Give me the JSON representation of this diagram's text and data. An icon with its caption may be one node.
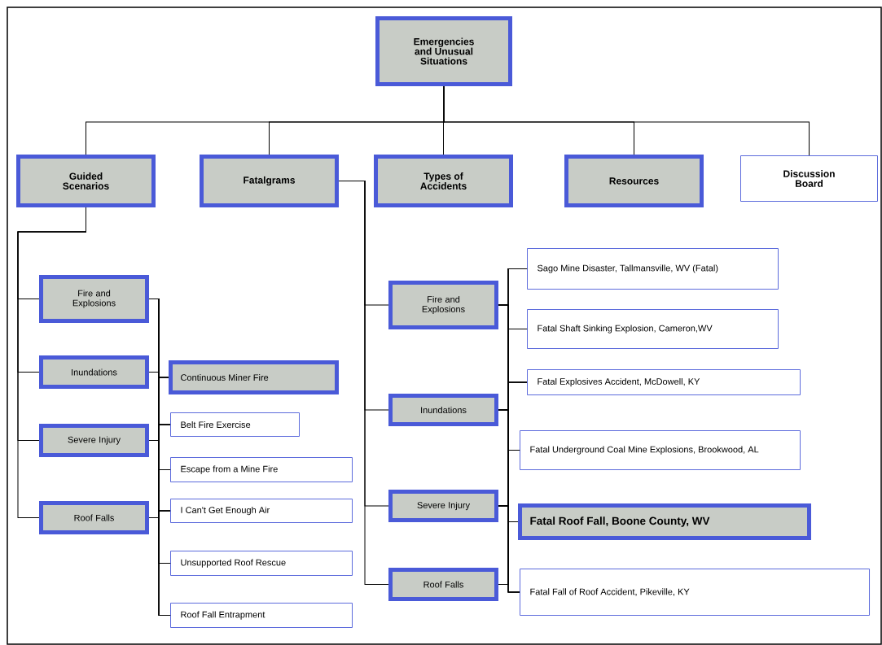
{
  "diagram": {
    "nodes": [
      {
        "text": [
          "Emergencies and Unusual Situations"
        ]
      },
      {
        "text": [
          "Guided Scenarios"
        ]
      },
      {
        "text": [
          "Fatalgrams"
        ]
      },
      {
        "text": [
          "Types of Accidents"
        ]
      },
      {
        "text": [
          "Resources"
        ]
      },
      {
        "text": [
          "Discussion Board"
        ]
      },
      {
        "text": [
          "Fire and Explosions"
        ]
      },
      {
        "text": [
          "Inundations"
        ]
      },
      {
        "text": [
          "Severe Injury"
        ]
      },
      {
        "text": [
          "Roof Falls"
        ]
      },
      {
        "text": [
          "Continuous Miner Fire"
        ]
      },
      {
        "text": [
          "Belt Fire Exercise"
        ]
      },
      {
        "text": [
          "Escape from a Mine Fire"
        ]
      },
      {
        "text": [
          "I Can't Get Enough Air"
        ]
      },
      {
        "text": [
          "Unsupported Roof Rescue"
        ]
      },
      {
        "text": [
          "Roof Fall Entrapment"
        ]
      },
      {
        "text": [
          "Fire and Explosions"
        ]
      },
      {
        "text": [
          "Inundations"
        ]
      },
      {
        "text": [
          "Severe Injury"
        ]
      },
      {
        "text": [
          "Roof Falls"
        ]
      },
      {
        "text": [
          "Sago Mine Disaster, Tallmansville, WV (Fatal)"
        ]
      },
      {
        "text": [
          "Fatal Shaft Sinking Explosion, Cameron,WV"
        ]
      },
      {
        "text": [
          "Fatal Explosives Accident, McDowell, KY"
        ]
      },
      {
        "text": [
          "Fatal Underground Coal Mine Explosions, Brookwood, AL"
        ]
      },
      {
        "text": [
          "Fatal Roof Fall, Boone County, WV"
        ]
      },
      {
        "text": [
          "Fatal Fall of Roof Accident, Pikeville, KY"
        ]
      }
    ],
    "edges": [
      {
        "from": 0,
        "to": 1,
        "arrow": "none"
      },
      {
        "from": 0,
        "to": 2,
        "arrow": "none"
      },
      {
        "from": 0,
        "to": 3,
        "arrow": "none"
      },
      {
        "from": 0,
        "to": 4,
        "arrow": "none"
      },
      {
        "from": 0,
        "to": 5,
        "arrow": "none"
      },
      {
        "from": 1,
        "to": 6,
        "arrow": "none"
      },
      {
        "from": 1,
        "to": 7,
        "arrow": "none"
      },
      {
        "from": 1,
        "to": 8,
        "arrow": "none"
      },
      {
        "from": 1,
        "to": 9,
        "arrow": "none"
      },
      {
        "from": 2,
        "to": 16,
        "arrow": "none"
      },
      {
        "from": 2,
        "to": 17,
        "arrow": "none"
      },
      {
        "from": 2,
        "to": 18,
        "arrow": "none"
      },
      {
        "from": 2,
        "to": 19,
        "arrow": "none"
      },
      {
        "from": 6,
        "to": 10,
        "arrow": "none"
      },
      {
        "from": 6,
        "to": 11,
        "arrow": "none"
      },
      {
        "from": 6,
        "to": 12,
        "arrow": "none"
      },
      {
        "from": 6,
        "to": 13,
        "arrow": "none"
      },
      {
        "from": 6,
        "to": 14,
        "arrow": "none"
      },
      {
        "from": 6,
        "to": 15,
        "arrow": "none"
      },
      {
        "from": 7,
        "to": 10,
        "arrow": "none"
      },
      {
        "from": 7,
        "to": 11,
        "arrow": "none"
      },
      {
        "from": 7,
        "to": 12,
        "arrow": "none"
      },
      {
        "from": 7,
        "to": 13,
        "arrow": "none"
      },
      {
        "from": 7,
        "to": 14,
        "arrow": "none"
      },
      {
        "from": 7,
        "to": 15,
        "arrow": "none"
      },
      {
        "from": 8,
        "to": 10,
        "arrow": "none"
      },
      {
        "from": 8,
        "to": 11,
        "arrow": "none"
      },
      {
        "from": 8,
        "to": 12,
        "arrow": "none"
      },
      {
        "from": 8,
        "to": 13,
        "arrow": "none"
      },
      {
        "from": 8,
        "to": 14,
        "arrow": "none"
      },
      {
        "from": 8,
        "to": 15,
        "arrow": "none"
      },
      {
        "from": 9,
        "to": 10,
        "arrow": "none"
      },
      {
        "from": 9,
        "to": 11,
        "arrow": "none"
      },
      {
        "from": 9,
        "to": 12,
        "arrow": "none"
      },
      {
        "from": 9,
        "to": 13,
        "arrow": "none"
      },
      {
        "from": 9,
        "to": 14,
        "arrow": "none"
      },
      {
        "from": 9,
        "to": 15,
        "arrow": "none"
      },
      {
        "from": 16,
        "to": 20,
        "arrow": "none"
      },
      {
        "from": 16,
        "to": 21,
        "arrow": "none"
      },
      {
        "from": 16,
        "to": 22,
        "arrow": "none"
      },
      {
        "from": 16,
        "to": 23,
        "arrow": "none"
      },
      {
        "from": 16,
        "to": 24,
        "arrow": "none"
      },
      {
        "from": 16,
        "to": 25,
        "arrow": "none"
      },
      {
        "from": 17,
        "to": 20,
        "arrow": "none"
      },
      {
        "from": 17,
        "to": 21,
        "arrow": "none"
      },
      {
        "from": 17,
        "to": 22,
        "arrow": "none"
      },
      {
        "from": 17,
        "to": 23,
        "arrow": "none"
      },
      {
        "from": 17,
        "to": 24,
        "arrow": "none"
      },
      {
        "from": 17,
        "to": 25,
        "arrow": "none"
      },
      {
        "from": 18,
        "to": 20,
        "arrow": "none"
      },
      {
        "from": 18,
        "to": 21,
        "arrow": "none"
      },
      {
        "from": 18,
        "to": 22,
        "arrow": "none"
      },
      {
        "from": 18,
        "to": 23,
        "arrow": "none"
      },
      {
        "from": 18,
        "to": 24,
        "arrow": "none"
      },
      {
        "from": 18,
        "to": 25,
        "arrow": "none"
      },
      {
        "from": 19,
        "to": 20,
        "arrow": "none"
      },
      {
        "from": 19,
        "to": 21,
        "arrow": "none"
      },
      {
        "from": 19,
        "to": 22,
        "arrow": "none"
      },
      {
        "from": 19,
        "to": 23,
        "arrow": "none"
      },
      {
        "from": 19,
        "to": 24,
        "arrow": "none"
      },
      {
        "from": 19,
        "to": 25,
        "arrow": "none"
      }
    ]
  }
}
